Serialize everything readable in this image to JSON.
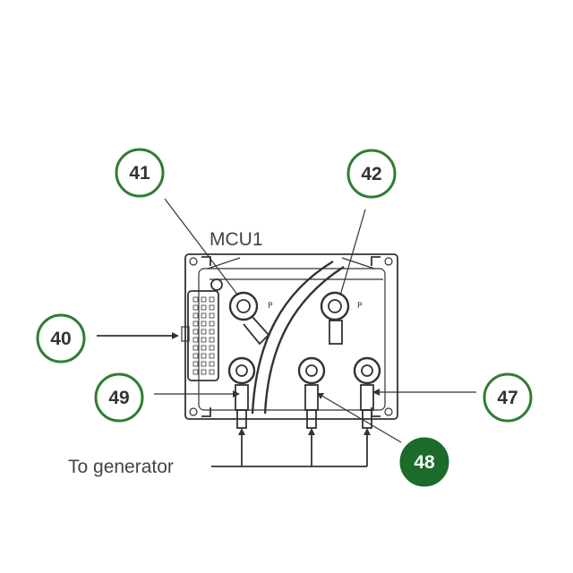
{
  "colors": {
    "callout_green": "#2e7d32",
    "callout_filled": "#1b6b2a",
    "line": "#333333",
    "label": "#444444"
  },
  "labels": {
    "unit": "MCU1",
    "generator": "To generator"
  },
  "callouts": [
    {
      "id": "40",
      "filled": false
    },
    {
      "id": "41",
      "filled": false
    },
    {
      "id": "42",
      "filled": false
    },
    {
      "id": "47",
      "filled": false
    },
    {
      "id": "48",
      "filled": true
    },
    {
      "id": "49",
      "filled": false
    }
  ]
}
